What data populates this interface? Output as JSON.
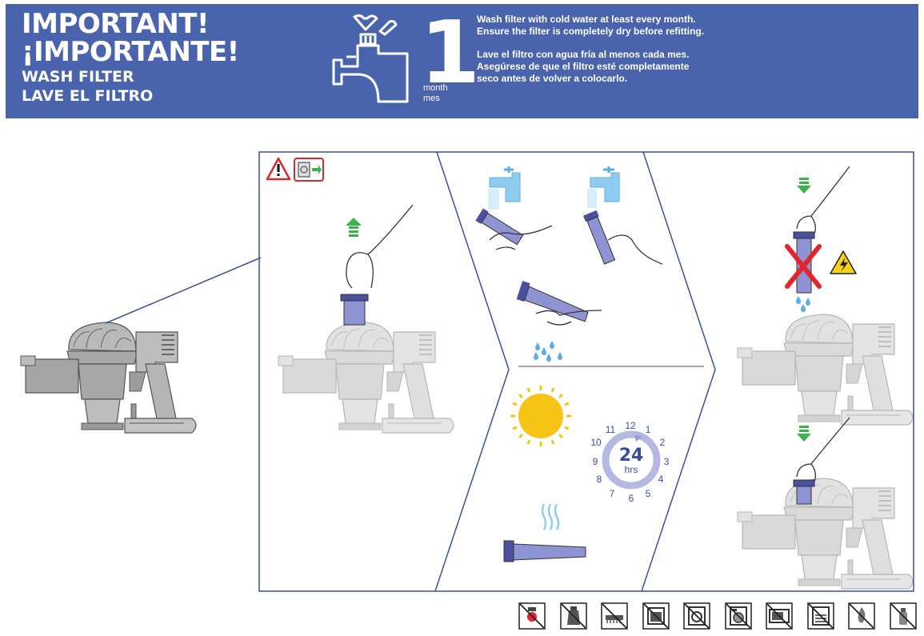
{
  "banner": {
    "title_line1": "IMPORTANT!",
    "title_line2": "¡IMPORTANTE!",
    "subtitle_line1": "WASH FILTER",
    "subtitle_line2": "LAVE EL FILTRO",
    "number": "1",
    "unit_line1": "month",
    "unit_line2": "mes",
    "english_line1": "Wash filter with cold water at least every month.",
    "english_line2": "Ensure the filter is completely dry before refitting.",
    "spanish_line1": "Lave el filtro con agua fría al menos cada mes.",
    "spanish_line2": "Asegúrese de que el filtro esté completamente",
    "spanish_line3": "seco antes de volver a colocarlo."
  },
  "clock": {
    "center_value": "24",
    "center_unit": "hrs",
    "numbers": [
      "12",
      "1",
      "2",
      "3",
      "4",
      "5",
      "6",
      "7",
      "8",
      "9",
      "10",
      "11"
    ]
  },
  "colors": {
    "banner_blue": "#4a63ad",
    "panel_border": "#3c4f9c",
    "filter_purple": "#7b7fc9",
    "water_blue": "#5aaee3",
    "arrow_green": "#3bb24a",
    "cross_red": "#e3242b",
    "sun_yellow": "#f7c315",
    "clock_lilac": "#b5b8e0"
  },
  "icons": {
    "warning": "warning-triangle-icon",
    "unplug": "unplug-icon",
    "care": [
      "no-tablet-icon",
      "no-detergent-icon",
      "no-brush-icon",
      "no-oven-icon",
      "no-dryer-icon",
      "no-washing-machine-icon",
      "no-microwave-icon",
      "no-dishwasher-icon",
      "no-flame-icon",
      "no-spray-icon"
    ]
  }
}
